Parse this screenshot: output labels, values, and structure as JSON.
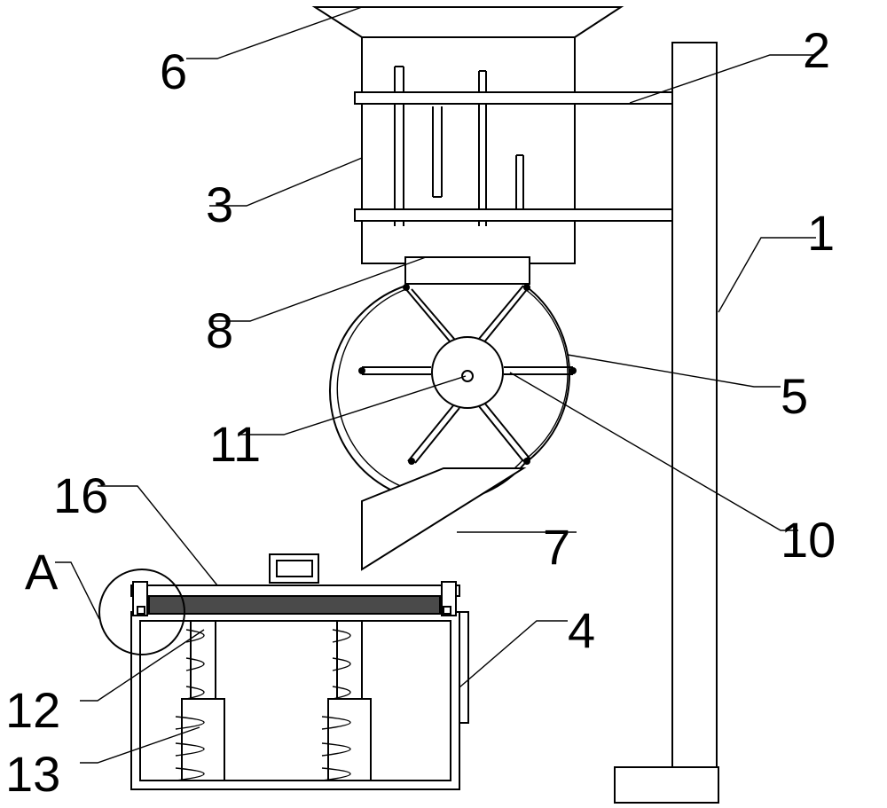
{
  "labels": {
    "l1": "1",
    "l2": "2",
    "l3": "3",
    "l4": "4",
    "l5": "5",
    "l6": "6",
    "l7": "7",
    "l8": "8",
    "l10": "10",
    "l11": "11",
    "l12": "12",
    "l13": "13",
    "l16": "16",
    "lA": "A"
  },
  "colors": {
    "line": "#000000",
    "background": "#ffffff"
  }
}
